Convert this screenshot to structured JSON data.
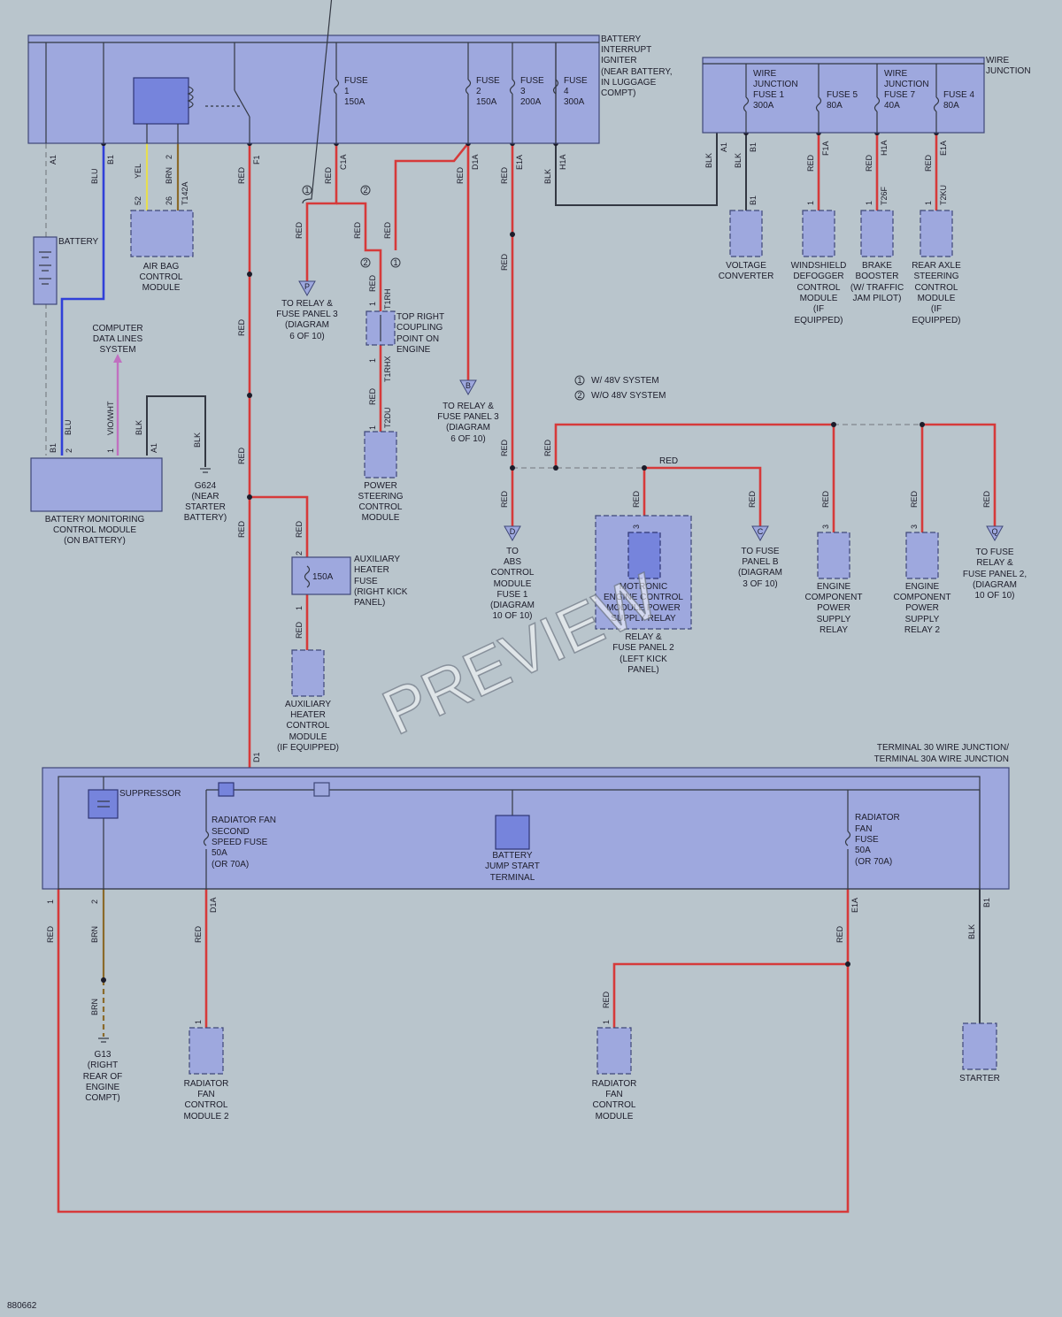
{
  "diagram_id": "880662",
  "watermark": "PREVIEW",
  "legend": {
    "marker1": "1",
    "marker2": "2",
    "item1": "W/ 48V SYSTEM",
    "item2": "W/O 48V SYSTEM"
  },
  "bii": {
    "label": [
      "BATTERY",
      "INTERRUPT",
      "IGNITER",
      "(NEAR BATTERY,",
      "IN LUGGAGE",
      "COMPT)"
    ],
    "fuses": [
      {
        "line1": "FUSE",
        "line2": "1",
        "line3": "150A"
      },
      {
        "line1": "FUSE",
        "line2": "2",
        "line3": "150A"
      },
      {
        "line1": "FUSE",
        "line2": "3",
        "line3": "200A"
      },
      {
        "line1": "FUSE",
        "line2": "4",
        "line3": "300A"
      }
    ],
    "pins": [
      "A1",
      "B1",
      "F1",
      "C1A",
      "D1A",
      "E1A",
      "H1A"
    ]
  },
  "wj": {
    "label": [
      "WIRE",
      "JUNCTION"
    ],
    "fuse1": [
      "WIRE",
      "JUNCTION",
      "FUSE 1",
      "300A"
    ],
    "fuse5": [
      "FUSE 5",
      "80A"
    ],
    "fuse7": [
      "WIRE",
      "JUNCTION",
      "FUSE 7",
      "40A"
    ],
    "fuse4": [
      "FUSE 4",
      "80A"
    ],
    "pins": [
      "A1",
      "B1",
      "F1A",
      "H1A",
      "E1A"
    ]
  },
  "wires": {
    "blu": "BLU",
    "yel": "YEL",
    "brn": "BRN",
    "red": "RED",
    "blk": "BLK",
    "viowht": "VIO/WHT"
  },
  "components": {
    "battery": [
      "BATTERY"
    ],
    "airbag": [
      "AIR BAG",
      "CONTROL",
      "MODULE"
    ],
    "airbag_pins": [
      "52",
      "26",
      "2",
      "T142A"
    ],
    "computer": [
      "COMPUTER",
      "DATA LINES",
      "SYSTEM"
    ],
    "bmcm": [
      "BATTERY MONITORING",
      "CONTROL MODULE",
      "(ON BATTERY)"
    ],
    "bmcm_pins": [
      "B1",
      "2",
      "1",
      "A1"
    ],
    "g624": [
      "G624",
      "(NEAR",
      "STARTER",
      "BATTERY)"
    ],
    "relayP": [
      "TO RELAY &",
      "FUSE PANEL 3",
      "(DIAGRAM",
      "6 OF 10)"
    ],
    "relayB": [
      "TO RELAY &",
      "FUSE PANEL 3",
      "(DIAGRAM",
      "6 OF 10)"
    ],
    "coupling": [
      "TOP RIGHT",
      "COUPLING",
      "POINT ON",
      "ENGINE"
    ],
    "coupling_pins": [
      "1",
      "T1RH",
      "1",
      "T1RHX",
      "1",
      "T2DU"
    ],
    "pscm": [
      "POWER",
      "STEERING",
      "CONTROL",
      "MODULE"
    ],
    "aux_fuse_label": [
      "AUXILIARY",
      "HEATER",
      "FUSE",
      "(RIGHT KICK",
      "PANEL)"
    ],
    "aux_fuse_value": "150A",
    "aux_hcm": [
      "AUXILIARY",
      "HEATER",
      "CONTROL",
      "MODULE",
      "(IF EQUIPPED)"
    ],
    "abs": [
      "TO",
      "ABS",
      "CONTROL",
      "MODULE",
      "FUSE 1",
      "(DIAGRAM",
      "10 OF 10)"
    ],
    "motronic": [
      "MOTRONIC",
      "ENGINE CONTROL",
      "MODULE POWER",
      "SUPPLY RELAY"
    ],
    "motronic_panel": [
      "RELAY &",
      "FUSE PANEL 2",
      "(LEFT KICK",
      "PANEL)"
    ],
    "fpb": [
      "TO FUSE",
      "PANEL B",
      "(DIAGRAM",
      "3 OF 10)"
    ],
    "ecpsr1": [
      "ENGINE",
      "COMPONENT",
      "POWER",
      "SUPPLY",
      "RELAY"
    ],
    "ecpsr2": [
      "ENGINE",
      "COMPONENT",
      "POWER",
      "SUPPLY",
      "RELAY 2"
    ],
    "frfp2": [
      "TO FUSE",
      "RELAY &",
      "FUSE PANEL 2,",
      "(DIAGRAM",
      "10 OF 10)"
    ],
    "vc": [
      "VOLTAGE",
      "CONVERTER"
    ],
    "wdcm": [
      "WINDSHIELD",
      "DEFOGGER",
      "CONTROL",
      "MODULE",
      "(IF",
      "EQUIPPED)"
    ],
    "brake": [
      "BRAKE",
      "BOOSTER",
      "(W/ TRAFFIC",
      "JAM PILOT)"
    ],
    "rascm": [
      "REAR AXLE",
      "STEERING",
      "CONTROL",
      "MODULE",
      "(IF",
      "EQUIPPED)"
    ],
    "wj_pins": [
      "B1",
      "1",
      "1",
      "T26F",
      "1",
      "T2KU"
    ],
    "suppressor": "SUPPRESSOR",
    "rf2fuse": [
      "RADIATOR FAN",
      "SECOND",
      "SPEED FUSE",
      "50A",
      "(OR 70A)"
    ],
    "bjst": [
      "BATTERY",
      "JUMP START",
      "TERMINAL"
    ],
    "rffuse": [
      "RADIATOR",
      "FAN",
      "FUSE",
      "50A",
      "(OR 70A)"
    ],
    "t30": [
      "TERMINAL 30 WIRE JUNCTION/",
      "TERMINAL 30A WIRE JUNCTION"
    ],
    "g13": [
      "G13",
      "(RIGHT",
      "REAR OF",
      "ENGINE",
      "COMPT)"
    ],
    "rfcm2": [
      "RADIATOR",
      "FAN",
      "CONTROL",
      "MODULE 2"
    ],
    "rfcm": [
      "RADIATOR",
      "FAN",
      "CONTROL",
      "MODULE"
    ],
    "starter": [
      "STARTER"
    ],
    "t30_pins": [
      "1",
      "2",
      "D1A",
      "E1A",
      "B1",
      "D1"
    ]
  },
  "connectors": {
    "P": "P",
    "B": "B",
    "D": "D",
    "C": "C",
    "Q": "Q"
  },
  "pin_numbers": {
    "p1": "1",
    "p3": "3",
    "p2": "2"
  }
}
